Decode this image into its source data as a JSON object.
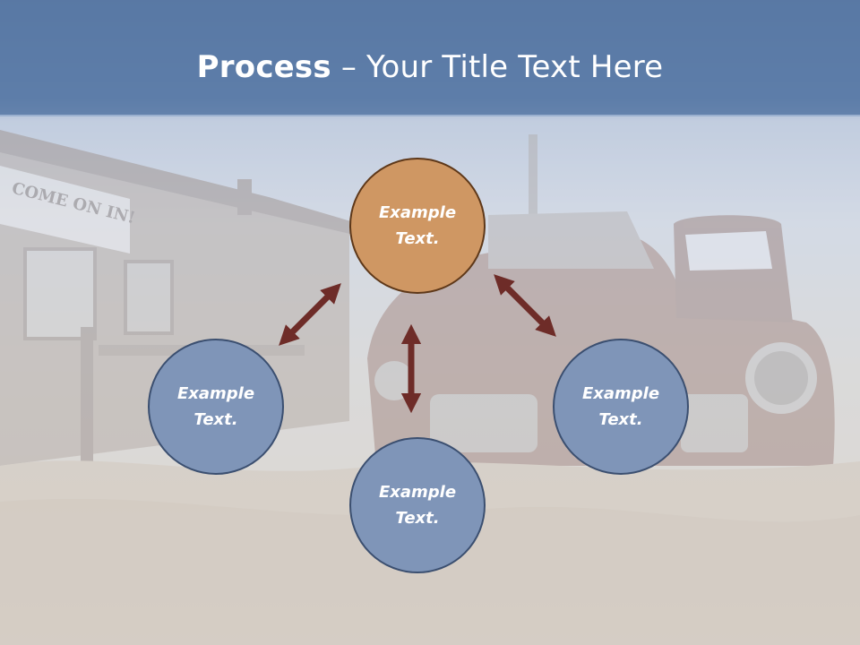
{
  "title": {
    "bold": "Process",
    "dash": " – ",
    "rest": "Your Title Text Here"
  },
  "nodes": {
    "top": "Example Text.",
    "left": "Example Text.",
    "right": "Example Text.",
    "bottom": "Example Text."
  },
  "background": {
    "sign_text": "COME ON IN!"
  },
  "colors": {
    "top_node_fill": "#cf9763",
    "top_node_border": "#5e3819",
    "node_fill": "#7f95b8",
    "node_border": "#3b4f70",
    "arrow": "#6e2c28",
    "title_band": "#5a7aa6"
  }
}
